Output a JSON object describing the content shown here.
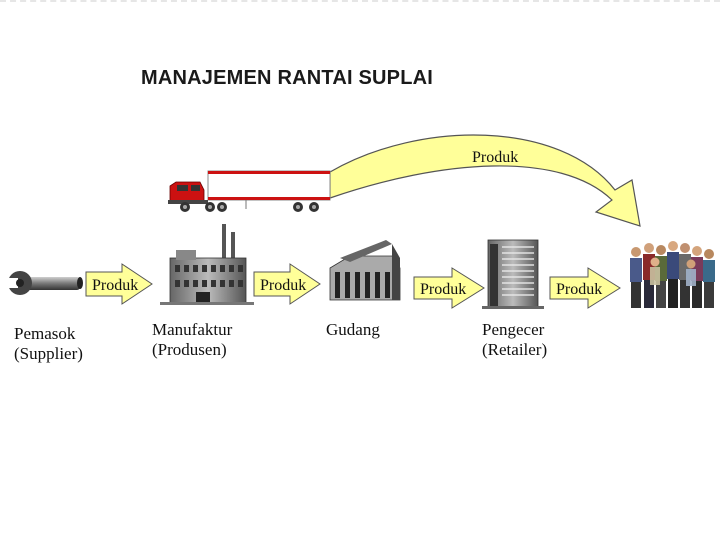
{
  "title": "MANAJEMEN RANTAI SUPLAI",
  "top_arrow_label": "Produk",
  "flow_arrows": [
    "Produk",
    "Produk",
    "Produk",
    "Produk"
  ],
  "stages": [
    {
      "line1": "Pemasok",
      "line2": "(Supplier)"
    },
    {
      "line1": "Manufaktur",
      "line2": "(Produsen)"
    },
    {
      "line1": "Gudang",
      "line2": ""
    },
    {
      "line1": "Pengecer",
      "line2": "(Retailer)"
    }
  ],
  "icons": [
    "wrench-icon",
    "factory-icon",
    "warehouse-icon",
    "office-building-icon",
    "truck-icon",
    "consumers-icon"
  ],
  "colors": {
    "arrow_fill": "#ffff99",
    "arrow_stroke": "#555555",
    "truck_cab": "#cc1111",
    "trailer_stripe": "#cc1111"
  }
}
